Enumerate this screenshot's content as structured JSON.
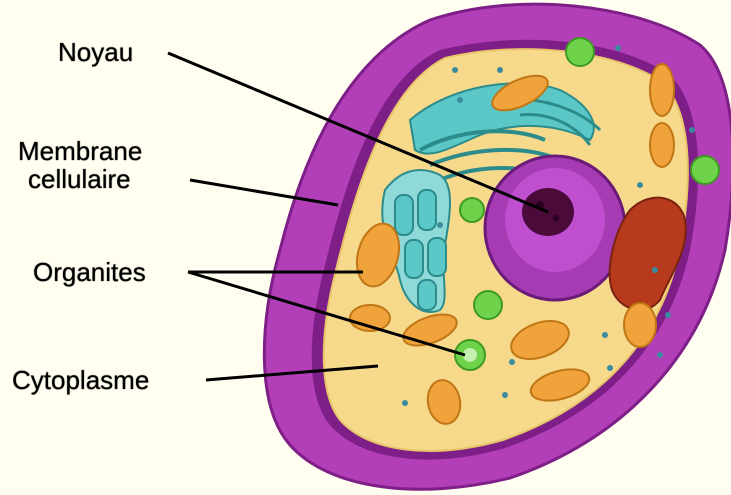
{
  "labels": {
    "noyau": "Noyau",
    "membrane_line1": "Membrane",
    "membrane_line2": "cellulaire",
    "organites": "Organites",
    "cytoplasme": "Cytoplasme"
  },
  "colors": {
    "background": "#fffef0",
    "membrane": "#b33fb8",
    "membrane_dark": "#7d1f86",
    "cytoplasm": "#f6d98a",
    "nucleus": "#a63cb4",
    "nucleolus": "#4a0b3a",
    "golgi": "#5cc7c7",
    "er": "#8fd9d9",
    "mitochondria": "#f0a33a",
    "green_organelle": "#6ed34a",
    "red_organelle": "#b83a1c",
    "dots": "#3a8aa0"
  }
}
